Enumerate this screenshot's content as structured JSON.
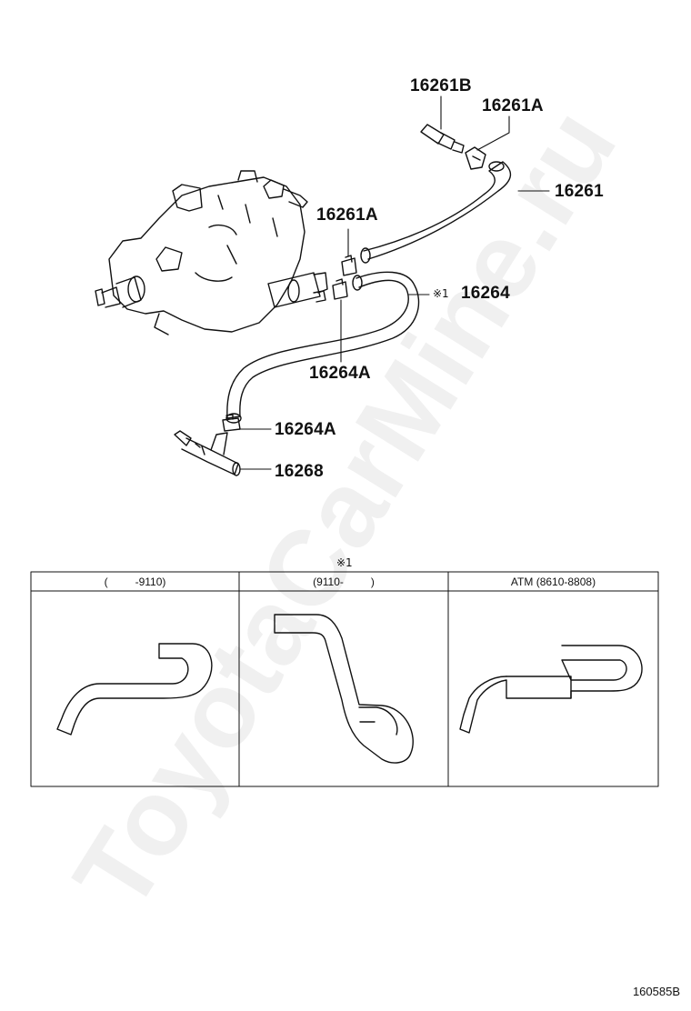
{
  "parts": {
    "p16261B": "16261B",
    "p16261A_top": "16261A",
    "p16261": "16261",
    "p16261A_mid": "16261A",
    "p16264": "16264",
    "p16264A_mid": "16264A",
    "p16264A_low": "16264A",
    "p16268": "16268"
  },
  "note_mark": "※1",
  "table": {
    "title": "※1",
    "columns": [
      "(         -9110)",
      "(9110-         )",
      "ATM (8610-8808)"
    ]
  },
  "figure_code": "160585B",
  "watermark": "ToyotaCarMine.ru"
}
